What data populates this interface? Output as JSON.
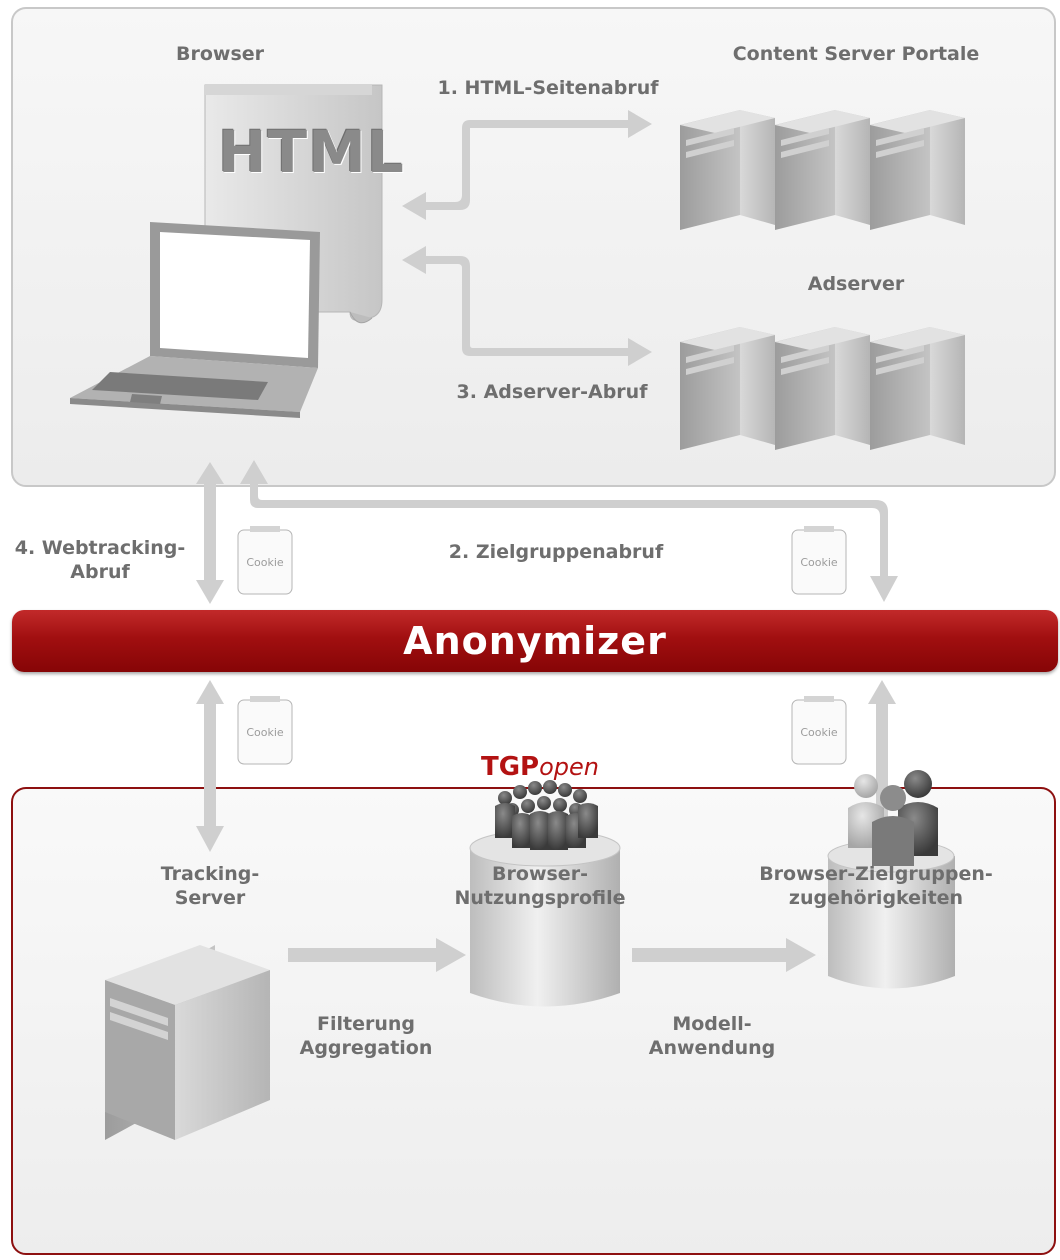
{
  "labels": {
    "browser": "Browser",
    "content_server": "Content Server Portale",
    "html_request": "1. HTML-Seitenabruf",
    "html_doc": "HTML",
    "adserver": "Adserver",
    "adserver_request": "3. Adserver-Abruf",
    "webtracking_line1": "4. Webtracking-",
    "webtracking_line2": "Abruf",
    "target_group_request": "2. Zielgruppenabruf",
    "cookie": "Cookie",
    "anonymizer": "Anonymizer",
    "tgp_bold": "TGP",
    "tgp_italic": "open",
    "tracking_line1": "Tracking-",
    "tracking_line2": "Server",
    "profiles_line1": "Browser-",
    "profiles_line2": "Nutzungsprofile",
    "affiliation_line1": "Browser-Zielgruppen-",
    "affiliation_line2": "zugehörigkeiten",
    "filter_line1": "Filterung",
    "filter_line2": "Aggregation",
    "model_line1": "Modell-",
    "model_line2": "Anwendung"
  },
  "colors": {
    "accent_red": "#a10f10",
    "label_gray": "#6e6e6e",
    "arrow_gray": "#cfcfcf",
    "panel_border": "#c8c8c8"
  }
}
